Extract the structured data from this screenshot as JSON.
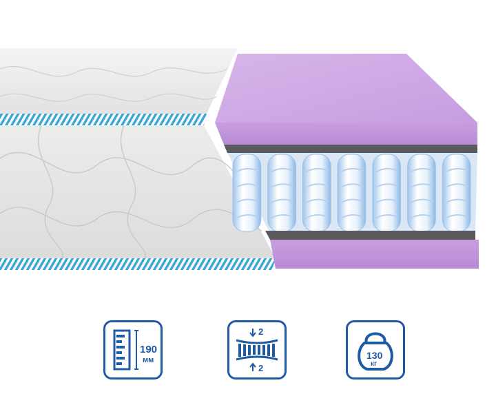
{
  "badges": {
    "height": {
      "value": "190",
      "unit": "мм",
      "icon": "ruler-height-icon"
    },
    "stiffness": {
      "top": "2",
      "bottom": "2",
      "icon": "spring-block-stiffness-icon"
    },
    "load": {
      "value": "130",
      "unit": "кг",
      "icon": "kettlebell-icon"
    }
  },
  "colors": {
    "accent": "#1f5aa6",
    "foam": "#c9a0e0",
    "felt": "#5a5a5e",
    "cover_stripe": "#3aa6d9",
    "cover": "#e9e9e9"
  },
  "layers": [
    "quilted-cover",
    "foam-top",
    "felt-top",
    "pocket-springs",
    "felt-bottom",
    "foam-bottom"
  ],
  "springs_visible": 7
}
